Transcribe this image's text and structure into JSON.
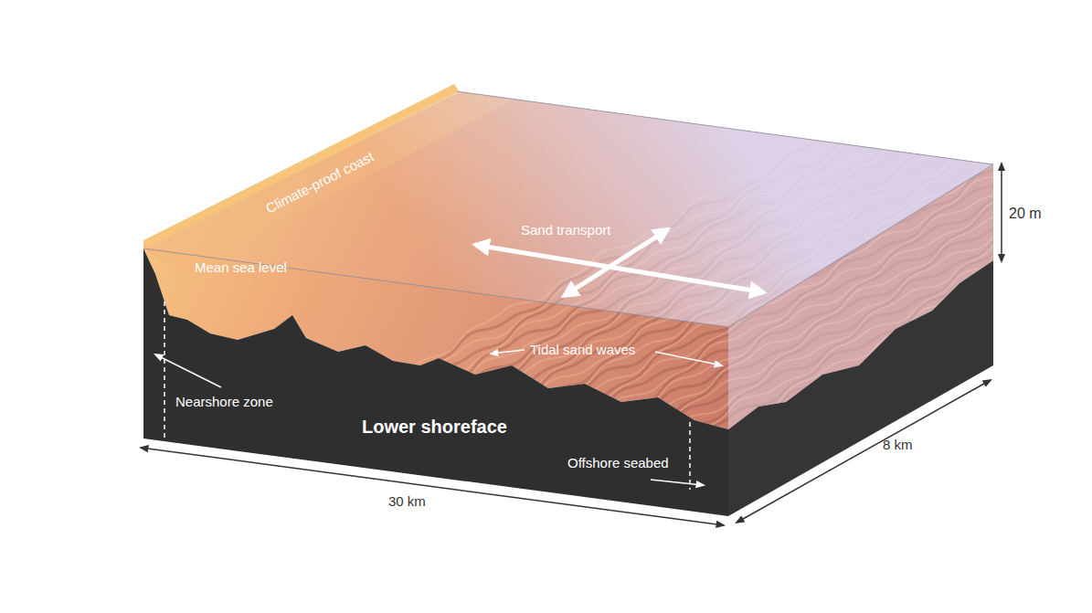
{
  "diagram": {
    "labels": [
      "Climate-proof coast",
      "Sand transport",
      "20 m",
      "Mean sea level",
      "Tidal sand waves",
      "Nearshore zone",
      "Lower shoreface",
      "Offshore seabed",
      "30 km",
      "8 km"
    ]
  }
}
